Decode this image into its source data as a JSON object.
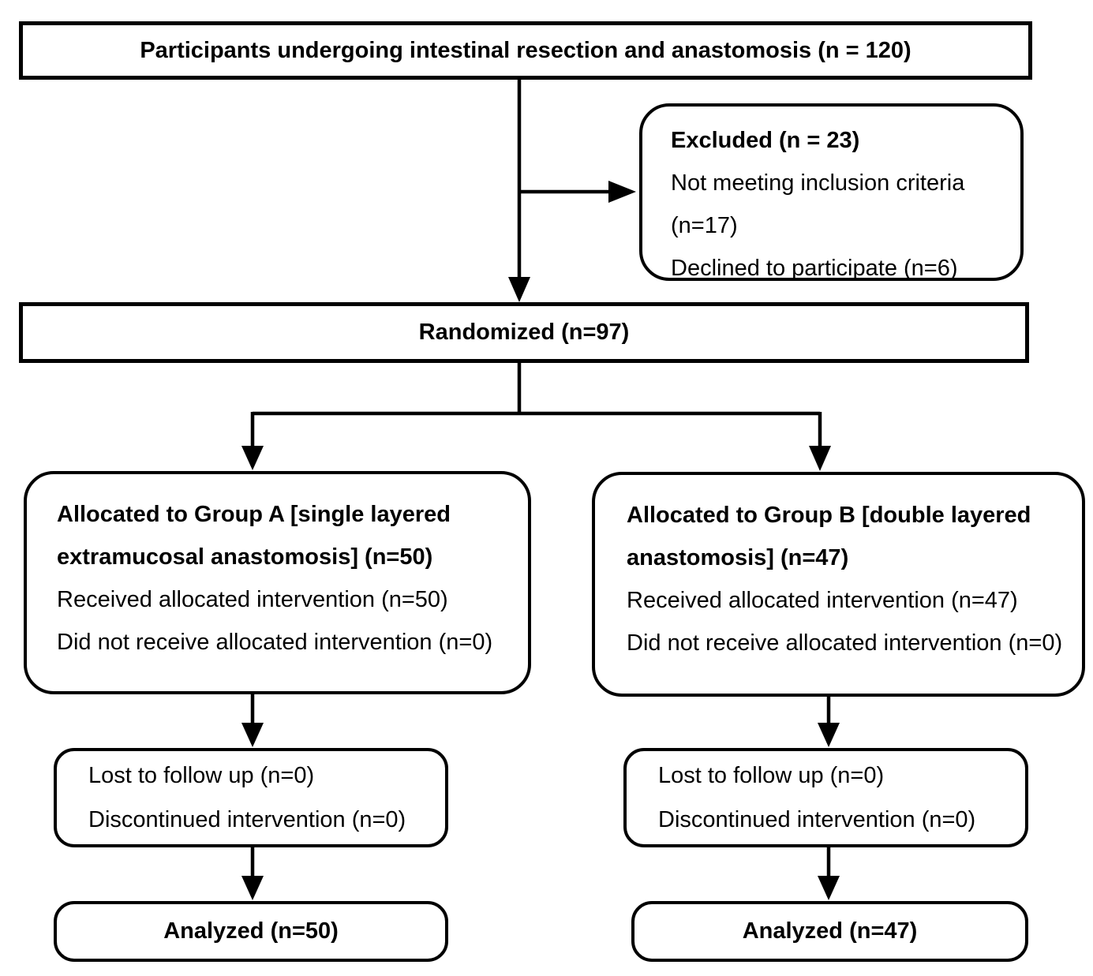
{
  "diagram": {
    "kind": "consort-participant-flow",
    "colors": {
      "line": "#000000",
      "text": "#000000",
      "background": "#ffffff"
    },
    "enrollment_box": {
      "text": "Participants undergoing intestinal resection and anastomosis (n = 120)"
    },
    "excluded_box": {
      "title": "Excluded (n = 23)",
      "lines": [
        "Not meeting inclusion criteria (n=17)",
        "Declined to participate (n=6)"
      ]
    },
    "randomized_box": {
      "text": "Randomized (n=97)"
    },
    "group_a_box": {
      "title": "Allocated to Group A [single layered extramucosal anastomosis] (n=50)",
      "lines": [
        "Received allocated intervention (n=50)",
        "Did not receive allocated intervention (n=0)"
      ]
    },
    "group_b_box": {
      "title": "Allocated to Group B [double layered anastomosis] (n=47)",
      "lines": [
        "Received allocated intervention (n=47)",
        "Did not receive allocated intervention (n=0)"
      ]
    },
    "followup_a_box": {
      "lines": [
        "Lost to follow up (n=0)",
        "Discontinued intervention (n=0)"
      ]
    },
    "followup_b_box": {
      "lines": [
        "Lost to follow up (n=0)",
        "Discontinued intervention (n=0)"
      ]
    },
    "analyzed_a_box": {
      "text": "Analyzed (n=50)"
    },
    "analyzed_b_box": {
      "text": "Analyzed (n=47)"
    }
  }
}
